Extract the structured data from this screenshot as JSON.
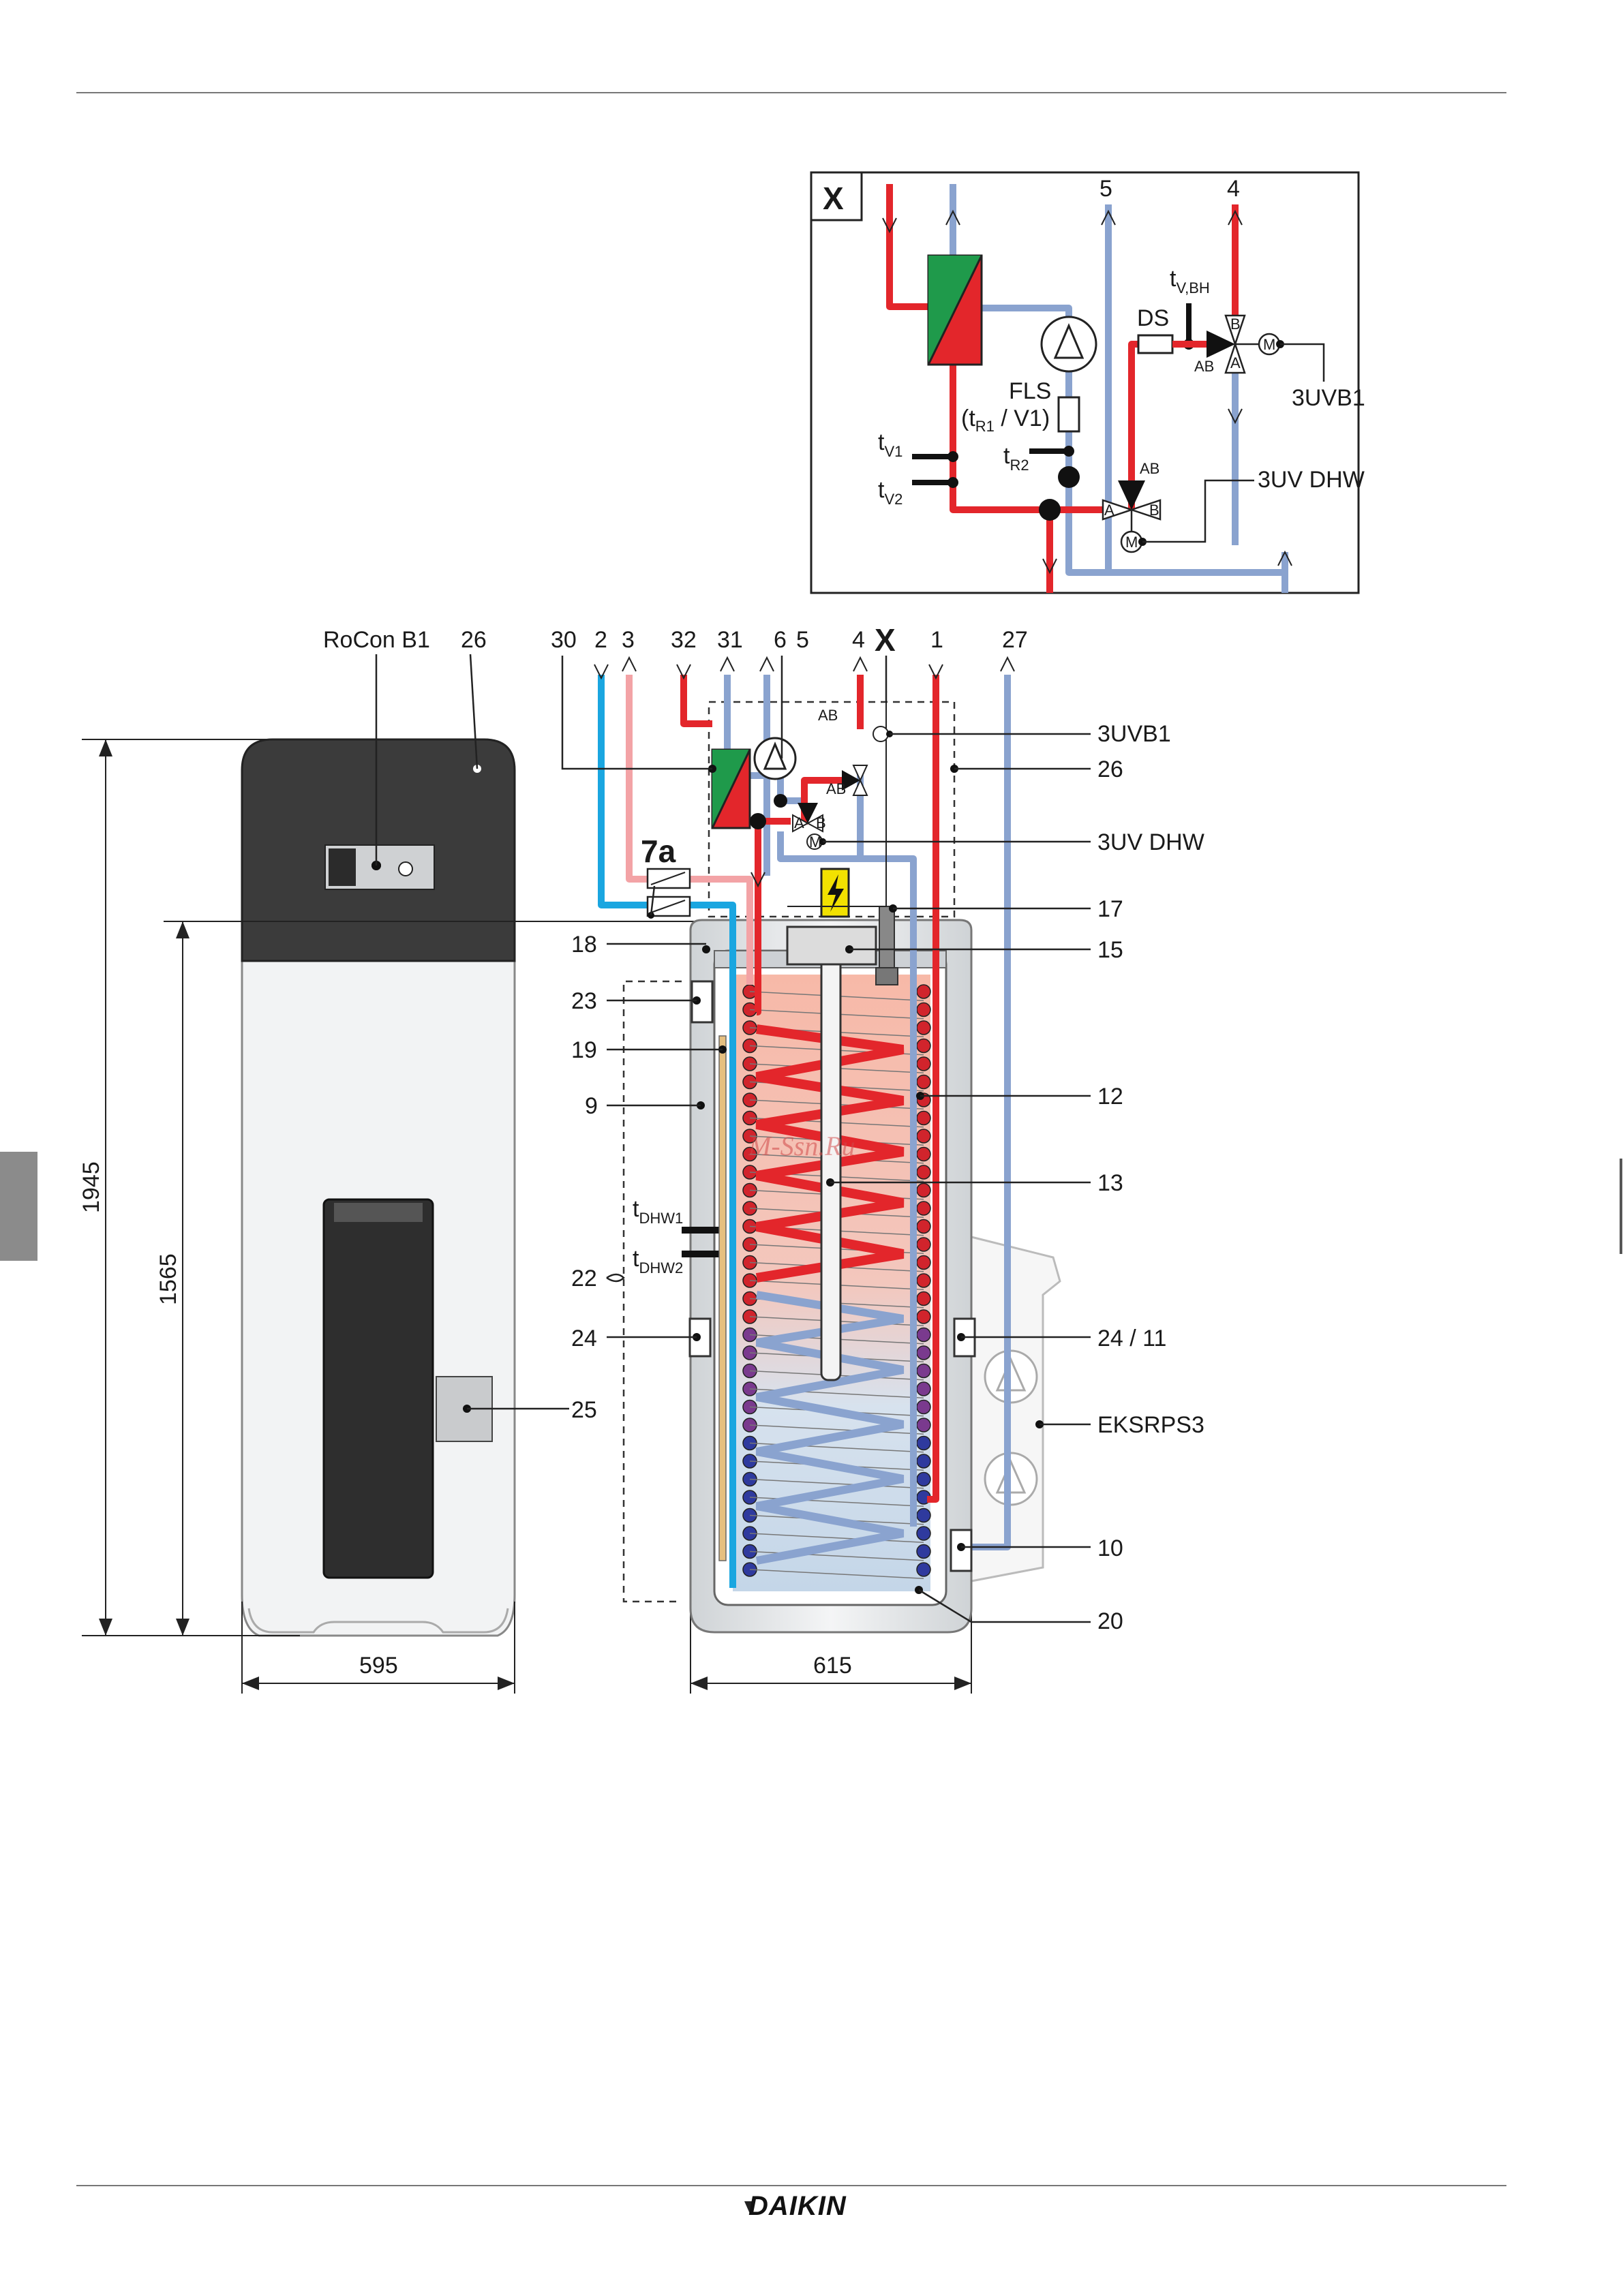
{
  "brand": "DAIKIN",
  "watermark": "M-Ssn.Ru",
  "detail_box": {
    "title": "X",
    "labels": {
      "pipe_5": "5",
      "pipe_4": "4",
      "t_vbh": "t",
      "t_vbh_sub": "V,BH",
      "ds": "DS",
      "fls": "FLS",
      "fls_sub": "(t",
      "fls_sub2": "R1",
      "fls_sub3": " / V1)",
      "t_v1": "t",
      "t_v1_sub": "V1",
      "t_v2": "t",
      "t_v2_sub": "V2",
      "t_r2": "t",
      "t_r2_sub": "R2",
      "valve_b1": "3UVB1",
      "valve_dhw": "3UV DHW",
      "ab_top": "AB",
      "ab_mid": "AB",
      "port_a": "A",
      "port_b": "B",
      "motor": "M"
    }
  },
  "main": {
    "top_labels": [
      "RoCon B1",
      "26",
      "30",
      "2",
      "3",
      "32",
      "31",
      "6",
      "5",
      "4",
      "X",
      "1",
      "27"
    ],
    "right_labels": [
      "3UVB1",
      "26",
      "3UV DHW",
      "17",
      "15",
      "12",
      "13",
      "24 / 11",
      "EKSRPS3",
      "10",
      "20"
    ],
    "left_labels": [
      "7a",
      "18",
      "23",
      "19",
      "9",
      "22",
      "24",
      "25"
    ],
    "t_dhw1": "t",
    "t_dhw1_sub": "DHW1",
    "t_dhw2": "t",
    "t_dhw2_sub": "DHW2",
    "small_ab_1": "AB",
    "small_ab_2": "AB",
    "small_a": "A",
    "small_b": "B",
    "small_m": "M"
  },
  "dimensions": {
    "total_height": "1945",
    "inner_height": "1565",
    "width_outer": "595",
    "width_inner": "615"
  },
  "colors": {
    "hot": "#e3262b",
    "return": "#8aa3cf",
    "cold": "#1aa6e0",
    "warm": "#f3a3a6",
    "heat_exchanger_green": "#1f9a4b",
    "cabinet_top": "#3a3a3a",
    "electric_warning": "#f2e100"
  }
}
